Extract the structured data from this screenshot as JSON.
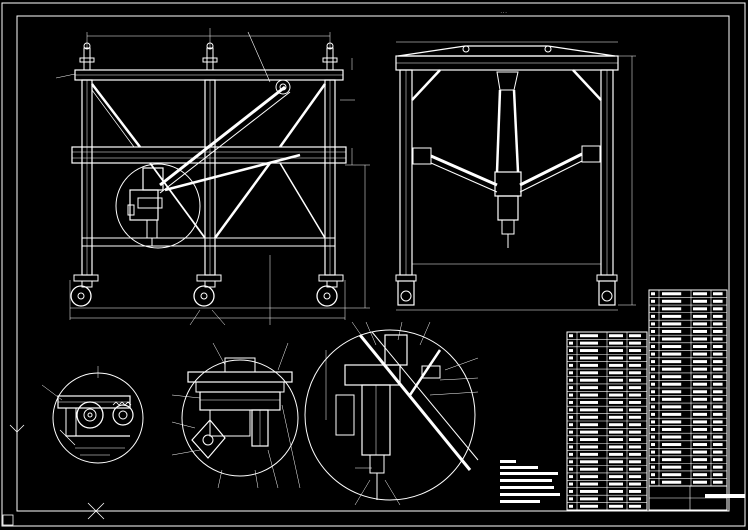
{
  "drawing": {
    "background": "#000000",
    "line_color": "#ffffff"
  },
  "sheet_marks": {
    "top_center": "...",
    "right_side": ""
  },
  "views": [
    {
      "id": "front-view",
      "kind": "front elevation"
    },
    {
      "id": "side-view",
      "kind": "side elevation"
    },
    {
      "id": "detail-gear",
      "kind": "circular detail"
    },
    {
      "id": "detail-trolley",
      "kind": "circular detail"
    },
    {
      "id": "detail-head",
      "kind": "circular detail"
    }
  ],
  "parts_tables": {
    "left_rows": 24,
    "right_rows": 26
  },
  "notes_block": {
    "lines": 7
  }
}
